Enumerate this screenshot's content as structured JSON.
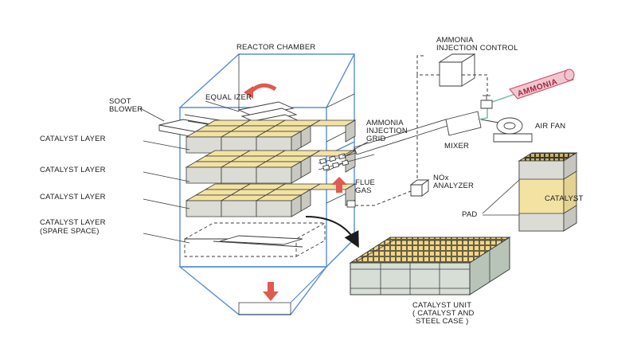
{
  "labels": {
    "reactor_chamber": "REACTOR CHAMBER",
    "ammonia_injection_control_1": "AMMONIA",
    "ammonia_injection_control_2": "INJECTION CONTROL",
    "ammonia_tank": "AMMONIA",
    "soot_blower_1": "SOOT",
    "soot_blower_2": "BLOWER",
    "equalizer": "EQUAL IZER",
    "ammonia_injection_grid_1": "AMMONIA",
    "ammonia_injection_grid_2": "INJECTION",
    "ammonia_injection_grid_3": "GRID",
    "air_fan": "AIR FAN",
    "mixer": "MIXER",
    "catalyst_layer_1": "CATALYST LAYER",
    "catalyst_layer_2": "CATALYST LAYER",
    "catalyst_layer_3": "CATALYST LAYER",
    "catalyst_layer_4a": "CATALYST LAYER",
    "catalyst_layer_4b": "(SPARE SPACE)",
    "flue_gas_1": "FLUE",
    "flue_gas_2": "GAS",
    "nox_analyzer_1": "NOx",
    "nox_analyzer_2": "ANALYZER",
    "catalyst": "CATALYST",
    "pad": "PAD",
    "catalyst_unit_1": "CATALYST UNIT",
    "catalyst_unit_2": "( CATALYST AND",
    "catalyst_unit_3": "STEEL CASE )"
  },
  "colors": {
    "line": "#3a3a3a",
    "blue_outline": "#5b8ed2",
    "catalyst_top": "#f3e3a2",
    "catalyst_side": "#dcdcd6",
    "steel_case": "#d6ded6",
    "steel_case_dark": "#b8c4b8",
    "ammonia_tank": "#f3c6cf",
    "ammonia_text": "#a3253f",
    "flow_arrow": "#e8857f",
    "pipe_green": "#7fc1a4"
  },
  "icons": {
    "flue_gas_arrow": "up-arrow-icon",
    "rotation_arrow": "curved-arrow-icon",
    "outlet_arrow": "down-arrow-icon"
  }
}
